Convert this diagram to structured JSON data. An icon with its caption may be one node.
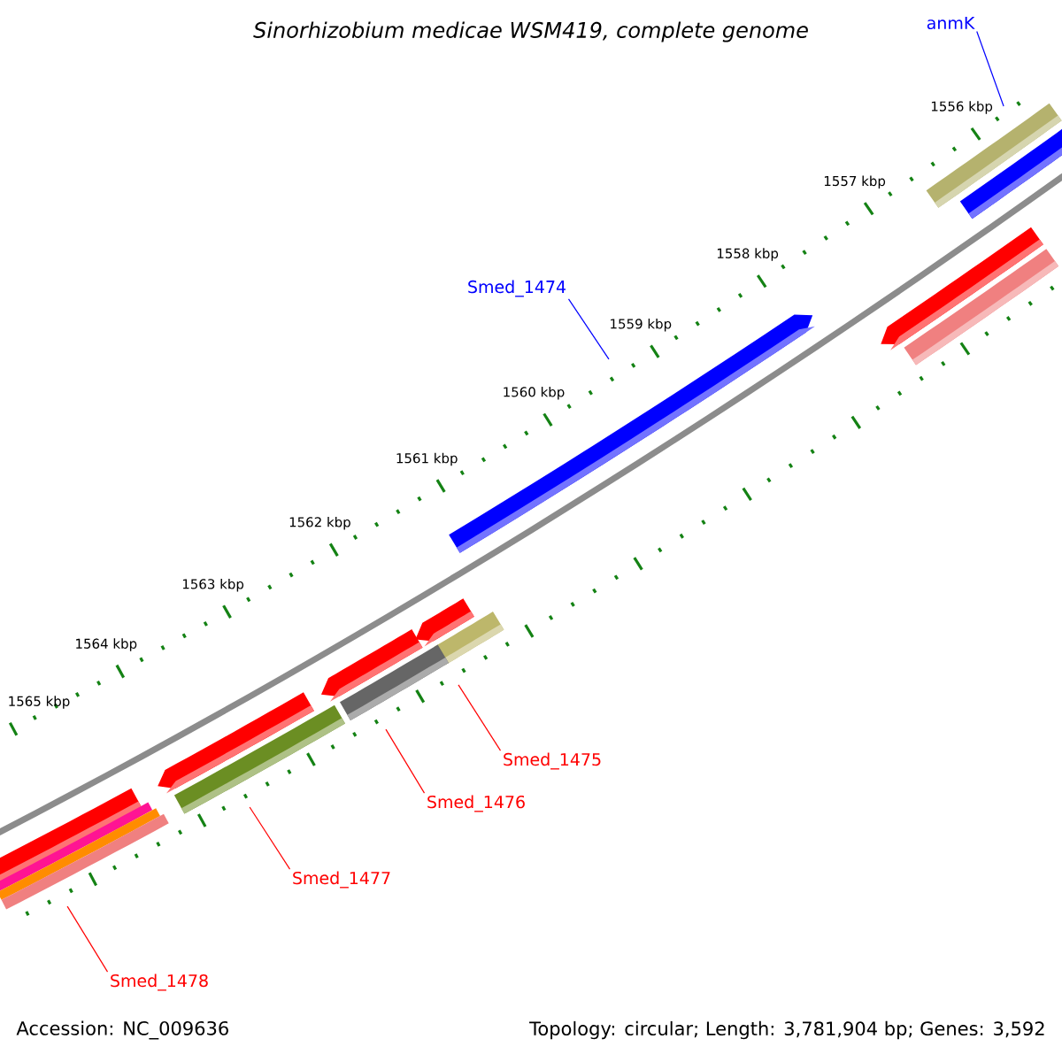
{
  "diagram": {
    "title": "Sinorhizobium medicae WSM419, complete genome",
    "nodes": [
      {
        "text": [
          "anmK"
        ]
      },
      {
        "text": [],
        "shape": "bar"
      },
      {
        "text": [
          "Smed_1474"
        ]
      },
      {
        "text": [],
        "shape": "bar"
      },
      {
        "text": [
          "Smed_1475"
        ]
      },
      {
        "text": [],
        "shape": "bar"
      },
      {
        "text": [
          "Smed_1476"
        ]
      },
      {
        "text": [],
        "shape": "bar"
      },
      {
        "text": [
          "Smed_1477"
        ]
      },
      {
        "text": [],
        "shape": "bar"
      },
      {
        "text": [
          "Smed_1478"
        ]
      },
      {
        "text": [],
        "shape": "bar"
      }
    ],
    "edges": [
      {
        "from": 0,
        "to": 1,
        "arrow": "none",
        "color": "#0000ff"
      },
      {
        "from": 2,
        "to": 3,
        "arrow": "none",
        "color": "#0000ff"
      },
      {
        "from": 4,
        "to": 5,
        "arrow": "none"
      },
      {
        "from": 6,
        "to": 7,
        "arrow": "none"
      },
      {
        "from": 8,
        "to": 9,
        "arrow": "none"
      },
      {
        "from": 10,
        "to": 11,
        "arrow": "none"
      }
    ],
    "labels": [
      "1556 kbp",
      "1557 kbp",
      "1558 kbp",
      "1559 kbp",
      "1560 kbp",
      "1561 kbp",
      "1562 kbp",
      "1563 kbp",
      "1564 kbp",
      "1565 kbp",
      "Accession: NC_009636",
      "Topology: circular; Length: 3,781,904 bp; Genes: 3,592"
    ]
  }
}
